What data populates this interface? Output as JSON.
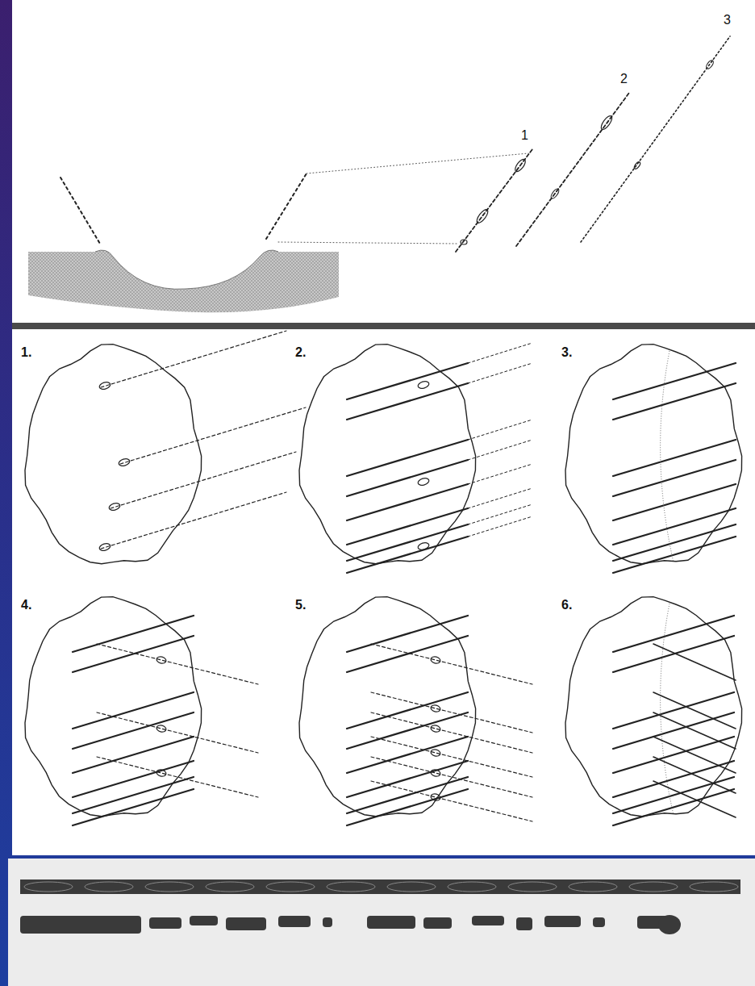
{
  "diagram": {
    "labels": [
      "3",
      "2",
      "1",
      "1.",
      "2.",
      "3.",
      "4.",
      "5.",
      "6."
    ]
  }
}
